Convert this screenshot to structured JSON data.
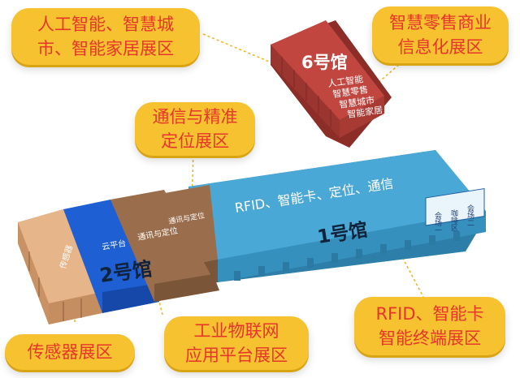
{
  "callouts": {
    "top_left": {
      "line1": "人工智能、智慧城",
      "line2": "市、智能家居展区"
    },
    "top_right": {
      "line1": "智慧零售商业",
      "line2": "信息化展区"
    },
    "middle": {
      "line1": "通信与精准",
      "line2": "定位展区"
    },
    "bottom_left": {
      "line1": "传感器展区"
    },
    "bottom_middle": {
      "line1": "工业物联网",
      "line2": "应用平台展区"
    },
    "bottom_right": {
      "line1": "RFID、智能卡",
      "line2": "智能终端展区"
    }
  },
  "halls": {
    "hall6": {
      "name": "6号馆",
      "zones": [
        "人工智能",
        "智慧零售",
        "智慧城市",
        "智能家居"
      ]
    },
    "hall1": {
      "name": "1号馆",
      "banner": "RFID、智能卡、定位、通信",
      "comm_zone": "通讯与定位",
      "meeting1": "会场一",
      "meeting2": "会场二",
      "lounge": "咖啡区"
    },
    "hall2": {
      "name": "2号馆",
      "sensor": "传感器",
      "cloud": "云平台",
      "comm": "通讯与定位"
    }
  },
  "colors": {
    "hall1_blue": "#4aa8d6",
    "hall6_red": "#c0463f",
    "hall2_tan": "#dba578",
    "hall2_blue": "#1e5fd4",
    "hall2_brown": "#9a6e4c",
    "callout_yellow": "#f6c230",
    "callout_text": "#e8352b"
  }
}
